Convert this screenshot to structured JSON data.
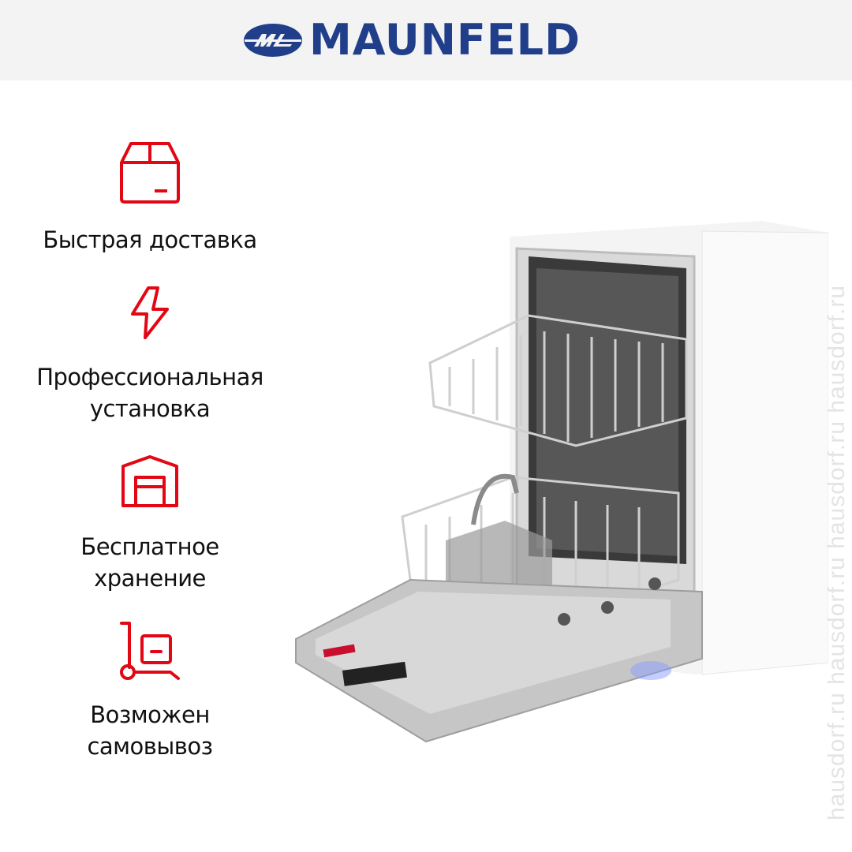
{
  "brand": {
    "name": "MAUNFELD",
    "logo_mark": "M",
    "color": "#213e8a"
  },
  "accent_color": "#e30613",
  "features": [
    {
      "icon": "box-icon",
      "lines": [
        "Быстрая доставка"
      ]
    },
    {
      "icon": "lightning-icon",
      "lines": [
        "Профессиональная",
        "установка"
      ]
    },
    {
      "icon": "warehouse-icon",
      "lines": [
        "Бесплатное",
        "хранение"
      ]
    },
    {
      "icon": "hand-truck-icon",
      "lines": [
        "Возможен",
        "самовывоз"
      ]
    }
  ],
  "watermark": "hausdorf.ru  hausdorf.ru  hausdorf.ru  hausdorf.ru"
}
